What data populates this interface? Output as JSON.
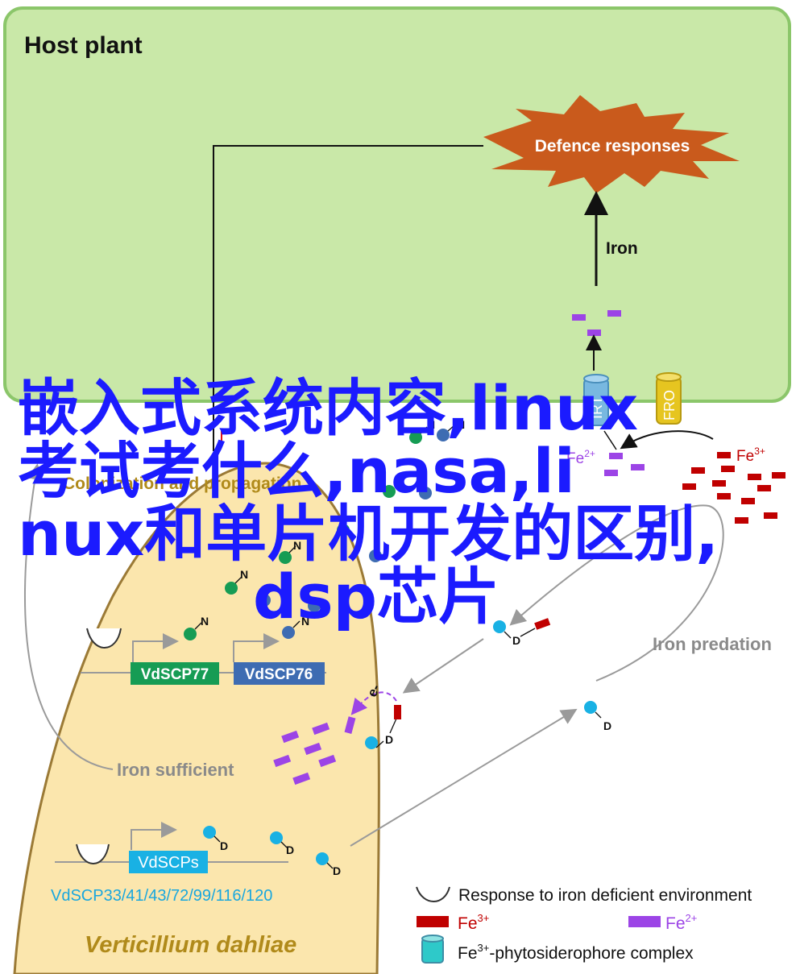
{
  "host_plant": {
    "label": "Host plant"
  },
  "defence": {
    "label": "Defence responses"
  },
  "iron_arrow": {
    "label": "Iron"
  },
  "transporters": {
    "irt": "IRT",
    "fro": "FRO"
  },
  "ions": {
    "fe2": "Fe",
    "fe2_sup": "2+",
    "fe3": "Fe",
    "fe3_sup": "3+"
  },
  "colonization": {
    "label": "Colonization and propagation"
  },
  "iron_predation": {
    "label": "Iron predation"
  },
  "iron_sufficient": {
    "label": "Iron sufficient"
  },
  "electron": {
    "label": "e-"
  },
  "genes": {
    "scp77": "VdSCP77",
    "scp76": "VdSCP76",
    "scps": "VdSCPs",
    "list": "VdSCP33/41/43/72/99/116/120"
  },
  "marks": {
    "n": "N",
    "d": "D"
  },
  "fungus": {
    "label": "Verticillium dahliae"
  },
  "legend": {
    "response": "Response to iron deficient environment",
    "fe3": "Fe",
    "fe3_sup": "3+",
    "fe2": "Fe",
    "fe2_sup": "2+",
    "complex_fe": "Fe",
    "complex_sup": "3+",
    "complex_rest": "-phytosiderophore complex"
  },
  "overlay": {
    "line1": "嵌入式系统内容,linux",
    "line2": "考试考什么,nasa,li",
    "line3": "nux和单片机开发的区别,",
    "line4": "dsp芯片"
  },
  "colors": {
    "plant_fill": "#c9e8a8",
    "plant_border": "#8bc66a",
    "fungus_fill": "#fbe6ad",
    "fungus_border": "#9b7a36",
    "defence_burst": "#c95a1c",
    "fe2": "#9c44e6",
    "fe3": "#c00000",
    "effector_green": "#169c54",
    "effector_blue": "#3e6cb2",
    "effector_cyan": "#19b1e4",
    "gray_text": "#8a8a8a",
    "overlay_text": "#1b1bff"
  }
}
